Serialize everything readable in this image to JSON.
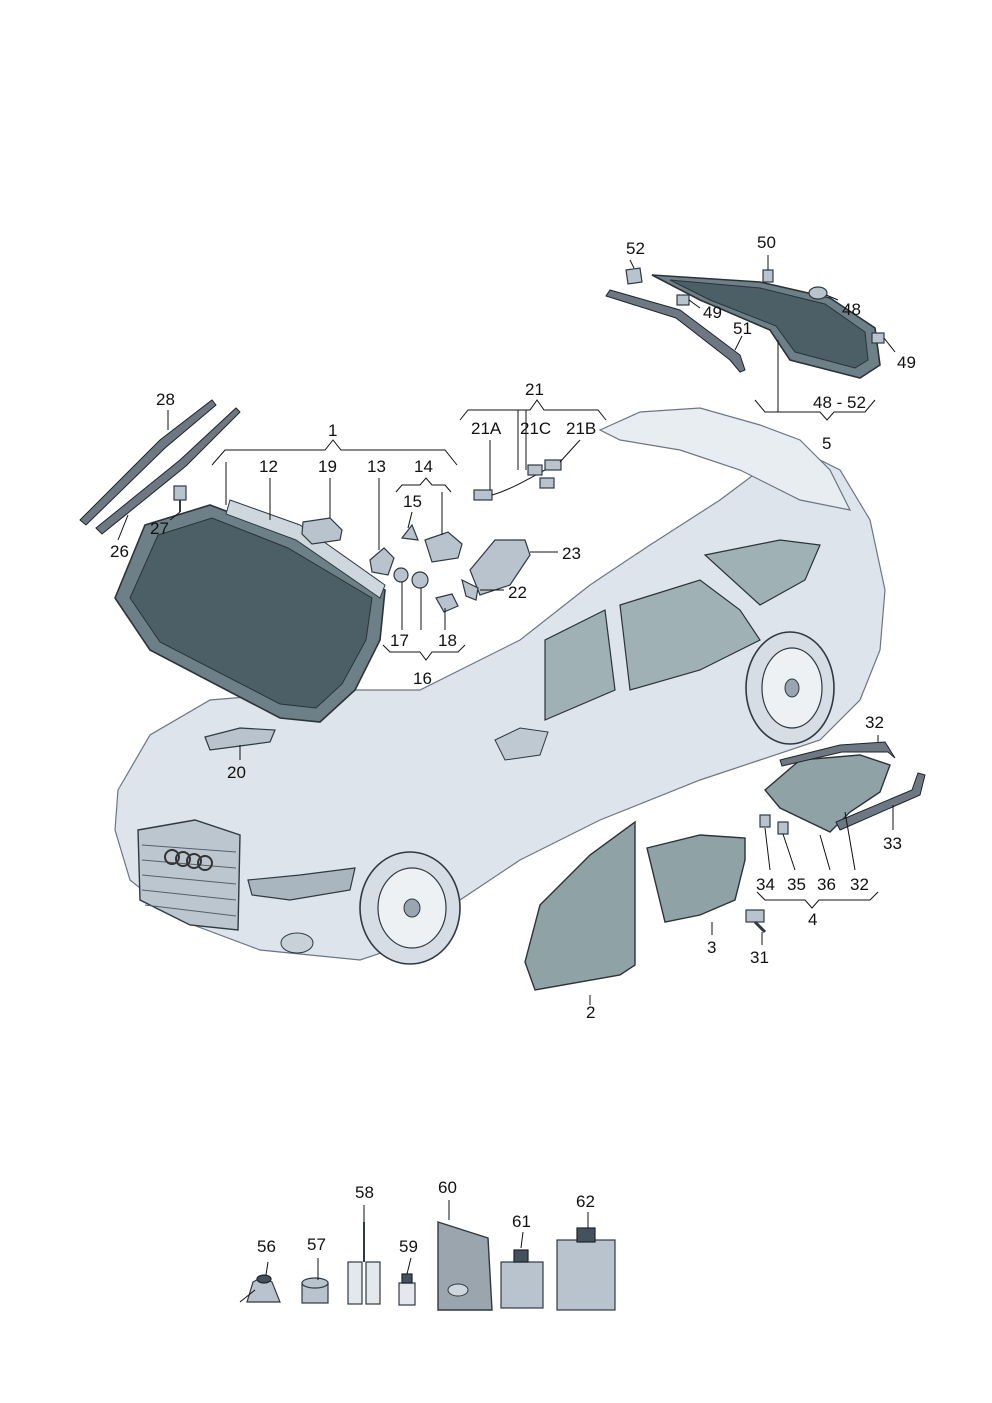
{
  "labels": {
    "p1": "1",
    "p2": "2",
    "p3": "3",
    "p4": "4",
    "p5": "5",
    "p12": "12",
    "p13": "13",
    "p14": "14",
    "p15": "15",
    "p16": "16",
    "p17": "17",
    "p18": "18",
    "p19": "19",
    "p20": "20",
    "p21": "21",
    "p21a": "21A",
    "p21b": "21B",
    "p21c": "21C",
    "p22": "22",
    "p23": "23",
    "p26": "26",
    "p27": "27",
    "p28": "28",
    "p31": "31",
    "p32a": "32",
    "p32b": "32",
    "p33": "33",
    "p34": "34",
    "p35": "35",
    "p36": "36",
    "p48": "48",
    "p48_52": "48 - 52",
    "p49a": "49",
    "p49b": "49",
    "p50": "50",
    "p51": "51",
    "p52": "52",
    "p56": "56",
    "p57": "57",
    "p58": "58",
    "p59": "59",
    "p60": "60",
    "p61": "61",
    "p62": "62"
  },
  "colors": {
    "glass": "#5c7078",
    "body": "#dde4ec",
    "line": "#111111"
  }
}
